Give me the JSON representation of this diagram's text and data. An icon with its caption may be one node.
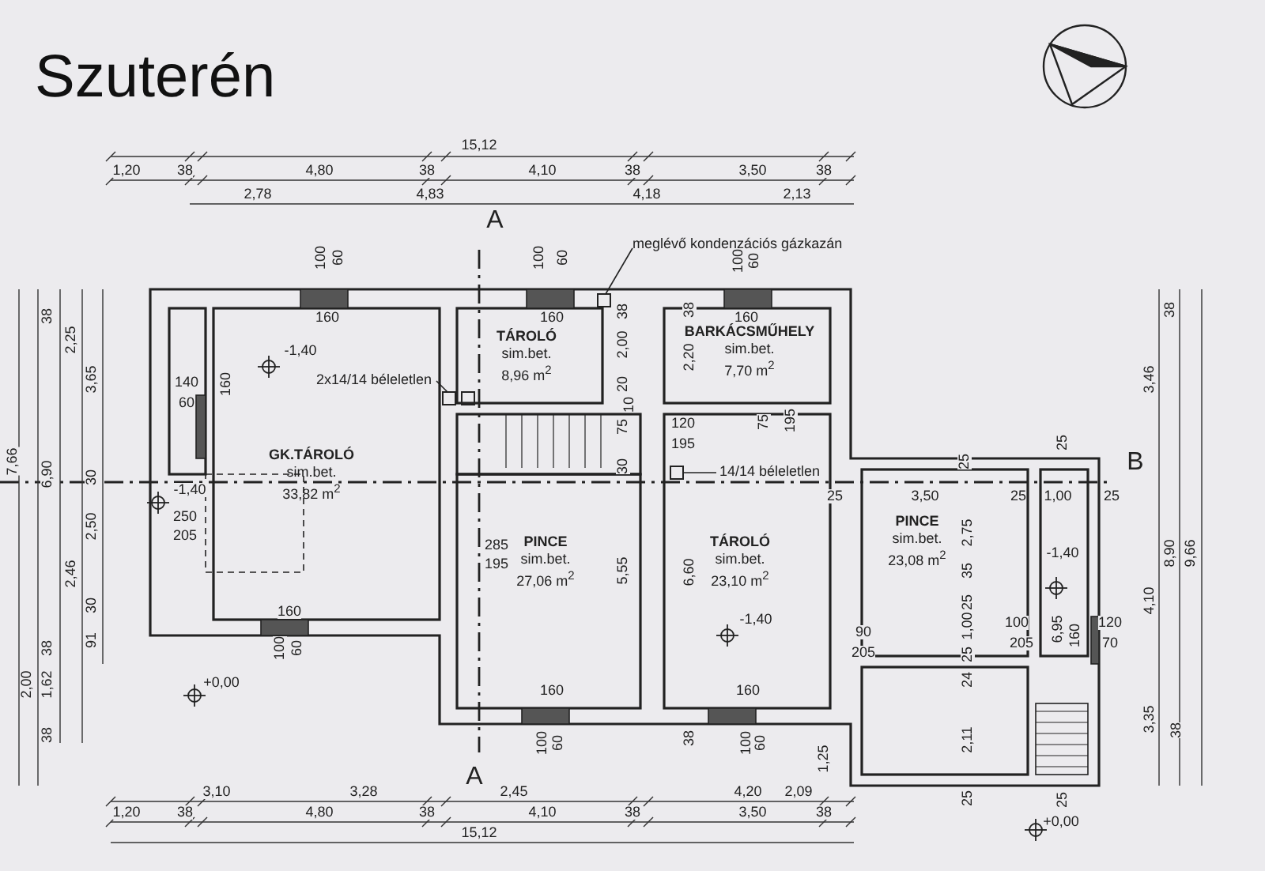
{
  "diagram": {
    "title": "Szuterén",
    "nodes": [
      {
        "text": [
          "GK.TÁROLÓ",
          "sim.bet.",
          "33,82 m$^{2}$"
        ]
      },
      {
        "text": [
          "TÁROLÓ",
          "sim.bet.",
          "8,96 m$^{2}$"
        ]
      },
      {
        "text": [
          "BARKÁCSMŰHELY",
          "sim.bet.",
          "7,70 m$^{2}$"
        ]
      },
      {
        "text": [
          "PINCE",
          "sim.bet.",
          "27,06 m$^{2}$"
        ]
      },
      {
        "text": [
          "TÁROLÓ",
          "sim.bet.",
          "23,10 m$^{2}$"
        ]
      },
      {
        "text": [
          "PINCE",
          "sim.bet.",
          "23,08 m$^{2}$"
        ]
      },
      {
        "text": [
          "meglévő kondenzációs gázkazán"
        ]
      },
      {
        "text": [
          "2x14/14 béleletlen"
        ]
      },
      {
        "text": [
          "14/14 béleletlen"
        ]
      },
      {
        "text": [],
        "shape": "box"
      },
      {
        "text": [],
        "shape": "box"
      },
      {
        "text": [],
        "shape": "box"
      }
    ],
    "edges": [
      {
        "from": 6,
        "to": 9,
        "arrow": "none"
      },
      {
        "from": 7,
        "to": 10,
        "arrow": "none"
      },
      {
        "from": 8,
        "to": 11,
        "arrow": "none"
      }
    ],
    "labels": [
      "15,12",
      "1,20",
      "38",
      "4,80",
      "38",
      "4,10",
      "38",
      "3,50",
      "38",
      "2,78",
      "4,83",
      "4,18",
      "2,13",
      "A",
      "100",
      "60",
      "100",
      "60",
      "100",
      "60",
      "160",
      "160",
      "160",
      "38",
      "2,25",
      "3,65",
      "7,66",
      "6,90",
      "30",
      "2,50",
      "2,46",
      "30",
      "91",
      "38",
      "2,00",
      "1,62",
      "38",
      "-1,40",
      "140",
      "60",
      "160",
      "-1,40",
      "250",
      "205",
      "38",
      "2,00",
      "20",
      "10",
      "75",
      "30",
      "38",
      "2,20",
      "120",
      "195",
      "75",
      "195",
      "285",
      "195",
      "5,55",
      "6,60",
      "-1,40",
      "25",
      "3,50",
      "25",
      "1,00",
      "25",
      "25",
      "2,75",
      "25",
      "B",
      "35",
      "-1,40",
      "25",
      "90",
      "1,00",
      "100",
      "6,95",
      "160",
      "120",
      "205",
      "25",
      "205",
      "70",
      "24",
      "2,11",
      "25",
      "160",
      "38",
      "100",
      "60",
      "1,25",
      "160",
      "100",
      "60",
      "160",
      "100",
      "60",
      "+0,00",
      "+0,00",
      "25",
      "38",
      "3,46",
      "4,10",
      "8,90",
      "9,66",
      "3,35",
      "38",
      "3,10",
      "3,28",
      "A",
      "2,45",
      "4,20",
      "2,09",
      "1,20",
      "38",
      "4,80",
      "38",
      "4,10",
      "38",
      "3,50",
      "38",
      "15,12"
    ]
  }
}
